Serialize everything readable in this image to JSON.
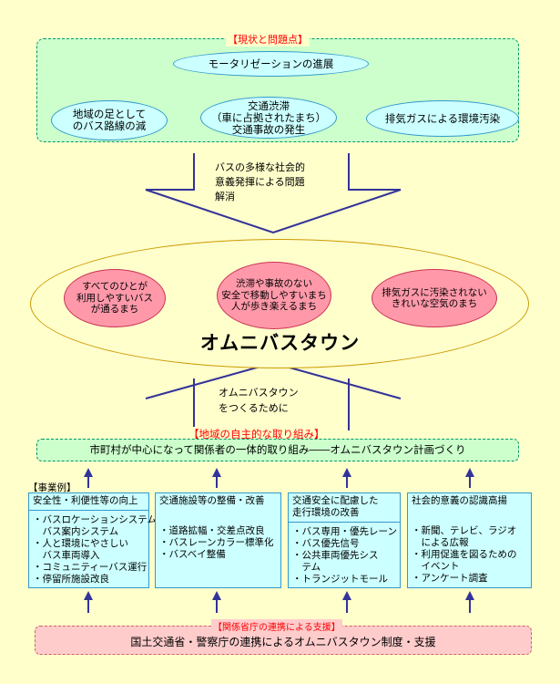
{
  "current_issues": {
    "label": "【現状と問題点】",
    "motorization": "モータリゼーションの進展",
    "congestion": [
      "交通渋滞",
      "（車に占拠されたまち）",
      "交通事故の発生"
    ],
    "bus_decline": [
      "地域の足として",
      "のバス路線の減"
    ],
    "pollution": "排気ガスによる環境汚染"
  },
  "solution_text": [
    "バスの多様な社会的",
    "意義発揮による問題",
    "解消"
  ],
  "vision": {
    "title": "オムニバスタウン",
    "goals": [
      [
        "すべてのひとが",
        "利用しやすいバス",
        "が通るまち"
      ],
      [
        "渋滞や事故のない",
        "安全で移動しやすいまち",
        "人が歩き楽えるまち"
      ],
      [
        "排気ガスに汚染されない",
        "きれいな空気のまち"
      ]
    ]
  },
  "towards_text": [
    "オムニバスタウン",
    "をつくるために"
  ],
  "local_efforts": {
    "label": "【地域の自主的な取り組み】",
    "main": "市町村が中心になって関係者の一体的取り組み――オムニバスタウン計画づくり"
  },
  "examples_label": "【事業例】",
  "columns": [
    {
      "title": [
        "安全性・利便性等の向上"
      ],
      "items": [
        "・バスロケーションシステム",
        "　バス案内システム",
        "・人と環境にやさしい",
        "　バス車両導入",
        "・コミュニティーバス運行",
        "・停留所施設改良"
      ]
    },
    {
      "title": [
        "交通施設等の整備・改善"
      ],
      "items": [
        "・道路拡幅・交差点改良",
        "・バスレーンカラー標準化",
        "・バスベイ整備"
      ]
    },
    {
      "title": [
        "交通安全に配慮した",
        "走行環境の改善"
      ],
      "items": [
        "・バス専用・優先レーン",
        "・バス優先信号",
        "・公共車両優先シス",
        "　テム",
        "・トランジットモール"
      ]
    },
    {
      "title": [
        "社会的意義の認識高揚"
      ],
      "items": [
        "・新聞、テレビ、ラジオ",
        "　による広報",
        "・利用促進を図るための",
        "　イベント",
        "・アンケート調査"
      ]
    }
  ],
  "government": {
    "label": "【関係省庁の連携による支援】",
    "main": "国土交通省・警察庁の連携によるオムニバスタウン制度・支援"
  },
  "colors": {
    "background": "#ffffcc",
    "green_box": "#ccffcc",
    "cyan_box": "#ccffff",
    "pink_box": "#ffcccc",
    "pink_oval": "#ff99aa",
    "arrow": "#333399",
    "label_red": "#ff0000"
  }
}
